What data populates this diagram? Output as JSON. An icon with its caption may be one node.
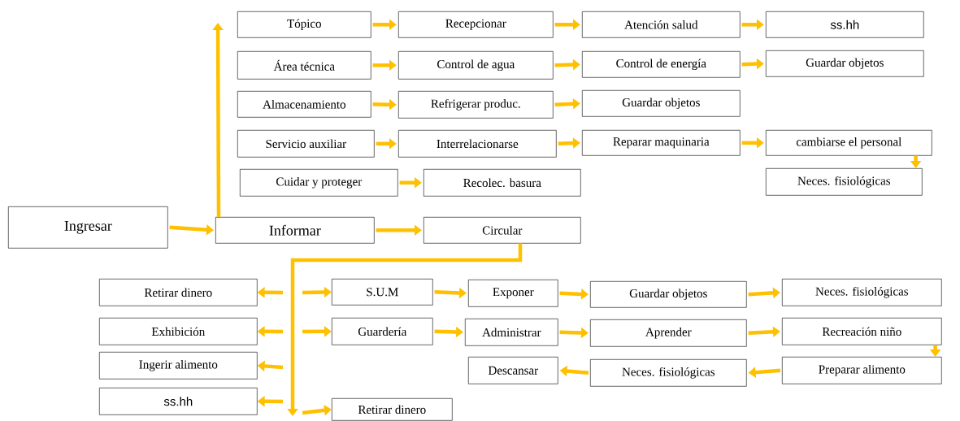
{
  "diagram": {
    "nodes": [
      {
        "text": [
          "Tópico"
        ]
      },
      {
        "text": [
          "Recepcionar"
        ]
      },
      {
        "text": [
          "Atención salud"
        ]
      },
      {
        "text": [
          "ss.hh"
        ]
      },
      {
        "text": [
          "Área técnica"
        ]
      },
      {
        "text": [
          "Control de agua"
        ]
      },
      {
        "text": [
          "Control de energía"
        ]
      },
      {
        "text": [
          "Guardar objetos"
        ]
      },
      {
        "text": [
          "Almacenamiento"
        ]
      },
      {
        "text": [
          "Refrigerar produc."
        ]
      },
      {
        "text": [
          "Guardar objetos"
        ]
      },
      {
        "text": [
          "Servicio auxiliar"
        ]
      },
      {
        "text": [
          "Interrelacionarse"
        ]
      },
      {
        "text": [
          "Reparar maquinaria"
        ]
      },
      {
        "text": [
          "cambiarse el personal"
        ]
      },
      {
        "text": [
          "Cuidar y proteger"
        ]
      },
      {
        "text": [
          "Recolec. basura"
        ]
      },
      {
        "text": [
          "Neces. fisiológicas"
        ]
      },
      {
        "text": [
          "Ingresar"
        ]
      },
      {
        "text": [
          "Informar"
        ]
      },
      {
        "text": [
          "Circular"
        ]
      },
      {
        "text": [
          "Retirar dinero"
        ]
      },
      {
        "text": [
          "S.U.M"
        ]
      },
      {
        "text": [
          "Exponer"
        ]
      },
      {
        "text": [
          "Guardar objetos"
        ]
      },
      {
        "text": [
          "Neces. fisiológicas"
        ]
      },
      {
        "text": [
          "Exhibición"
        ]
      },
      {
        "text": [
          "Guardería"
        ]
      },
      {
        "text": [
          "Administrar"
        ]
      },
      {
        "text": [
          "Aprender"
        ]
      },
      {
        "text": [
          "Recreación niño"
        ]
      },
      {
        "text": [
          "Ingerir alimento"
        ]
      },
      {
        "text": [
          "Descansar"
        ]
      },
      {
        "text": [
          "Neces. fisiológicas"
        ]
      },
      {
        "text": [
          "Preparar alimento"
        ]
      },
      {
        "text": [
          "ss.hh"
        ]
      },
      {
        "text": [
          "Retirar dinero"
        ]
      }
    ],
    "edges": [
      {
        "from": 18,
        "to": 19,
        "arrow": "to"
      },
      {
        "from": 19,
        "to": 20,
        "arrow": "to"
      },
      {
        "from": 19,
        "to": null,
        "arrow": "to"
      },
      {
        "from": 20,
        "to": null,
        "arrow": "to"
      },
      {
        "from": 0,
        "to": 1,
        "arrow": "to"
      },
      {
        "from": 1,
        "to": 2,
        "arrow": "to"
      },
      {
        "from": 2,
        "to": 3,
        "arrow": "to"
      },
      {
        "from": 4,
        "to": 5,
        "arrow": "to"
      },
      {
        "from": 5,
        "to": 6,
        "arrow": "to"
      },
      {
        "from": 6,
        "to": 7,
        "arrow": "to"
      },
      {
        "from": 8,
        "to": 9,
        "arrow": "to"
      },
      {
        "from": 9,
        "to": 10,
        "arrow": "to"
      },
      {
        "from": 11,
        "to": 12,
        "arrow": "to"
      },
      {
        "from": 12,
        "to": 13,
        "arrow": "to"
      },
      {
        "from": 13,
        "to": 14,
        "arrow": "to"
      },
      {
        "from": 15,
        "to": 16,
        "arrow": "to"
      },
      {
        "from": 14,
        "to": 17,
        "arrow": "to"
      },
      {
        "from": null,
        "to": 21,
        "arrow": "to"
      },
      {
        "from": null,
        "to": 22,
        "arrow": "to"
      },
      {
        "from": 22,
        "to": 23,
        "arrow": "to"
      },
      {
        "from": 23,
        "to": 24,
        "arrow": "to"
      },
      {
        "from": 24,
        "to": 25,
        "arrow": "to"
      },
      {
        "from": null,
        "to": 26,
        "arrow": "to"
      },
      {
        "from": null,
        "to": 27,
        "arrow": "to"
      },
      {
        "from": 27,
        "to": 28,
        "arrow": "to"
      },
      {
        "from": 28,
        "to": 29,
        "arrow": "to"
      },
      {
        "from": 29,
        "to": 30,
        "arrow": "to"
      },
      {
        "from": 30,
        "to": 34,
        "arrow": "to"
      },
      {
        "from": 34,
        "to": 33,
        "arrow": "to"
      },
      {
        "from": 33,
        "to": 32,
        "arrow": "to"
      },
      {
        "from": null,
        "to": 31,
        "arrow": "to"
      },
      {
        "from": null,
        "to": 35,
        "arrow": "to"
      },
      {
        "from": null,
        "to": 36,
        "arrow": "to"
      }
    ]
  }
}
